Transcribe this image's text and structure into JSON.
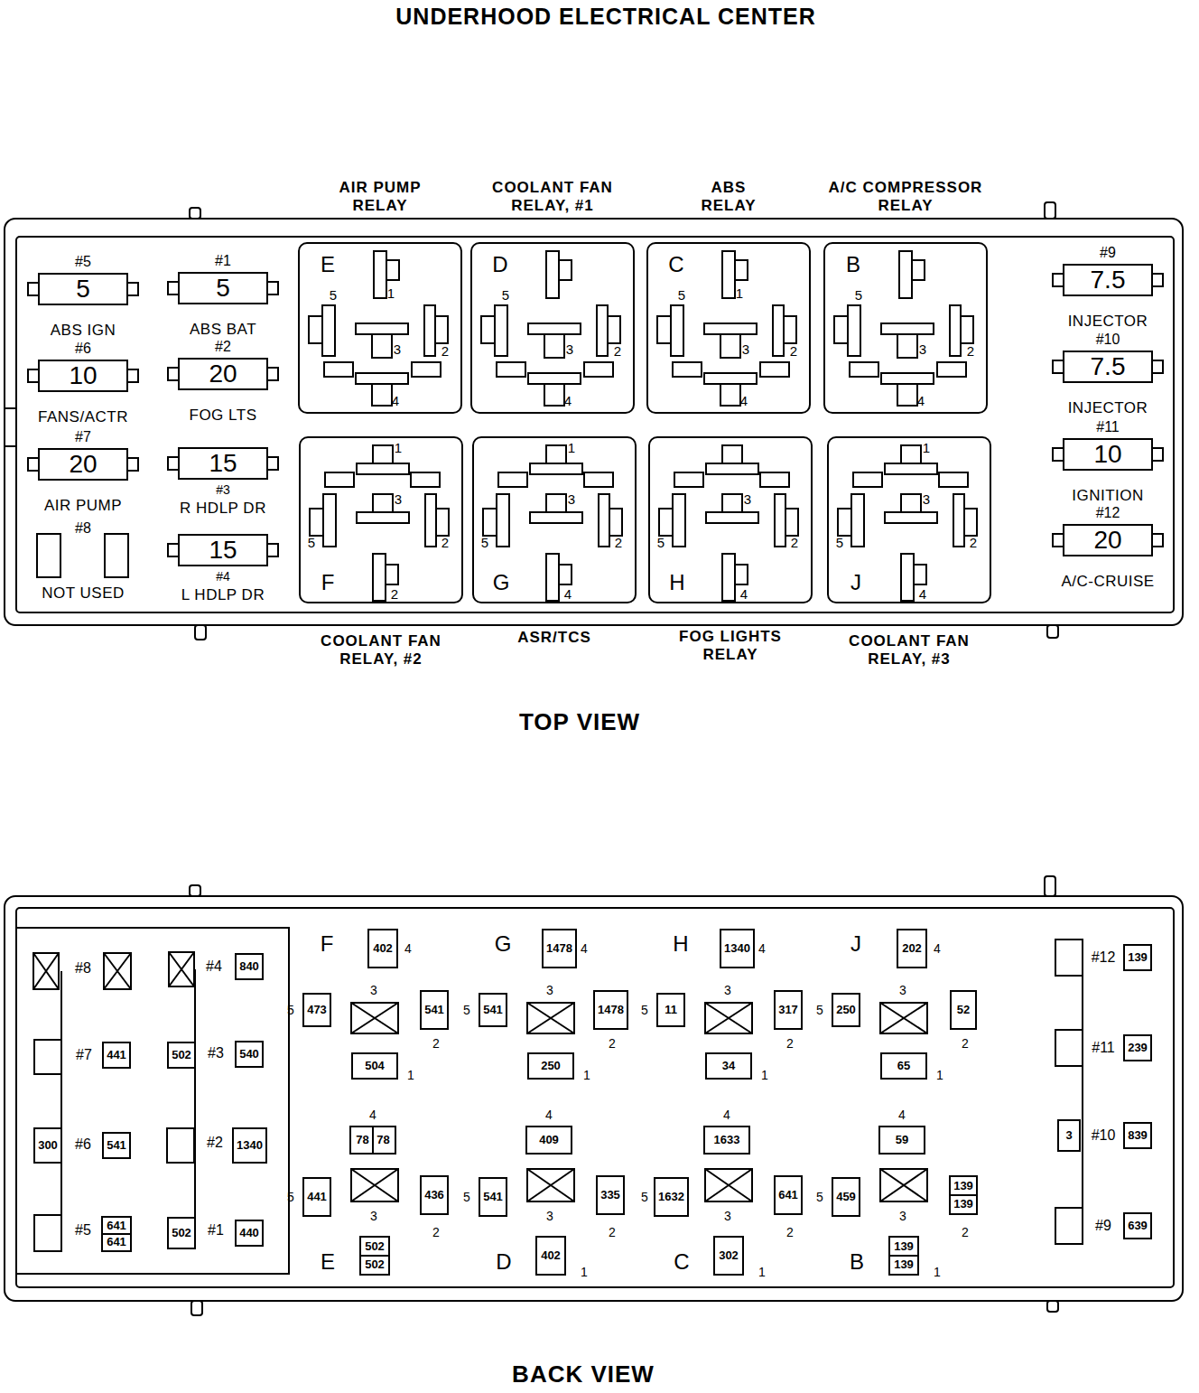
{
  "diagram": {
    "title": "UNDERHOOD ELECTRICAL CENTER",
    "nodes": [
      {
        "text": [
          "#5",
          "5",
          "ABS IGN"
        ]
      },
      {
        "text": [
          "#1",
          "5",
          "ABS BAT"
        ]
      },
      {
        "text": [
          "#6",
          "10",
          "FANS/ACTR"
        ]
      },
      {
        "text": [
          "#2",
          "20",
          "FOG LTS"
        ]
      },
      {
        "text": [
          "#7",
          "20",
          "AIR PUMP"
        ]
      },
      {
        "text": [
          "15",
          "#3",
          "R HDLP DR"
        ]
      },
      {
        "text": [
          "#8",
          "NOT USED"
        ]
      },
      {
        "text": [
          "15",
          "#4",
          "L HDLP DR"
        ]
      },
      {
        "text": [
          "AIR PUMP RELAY",
          "E",
          "1",
          "5",
          "3",
          "2",
          "4"
        ]
      },
      {
        "text": [
          "COOLANT FAN RELAY, #1",
          "D",
          "5",
          "3",
          "2",
          "4"
        ]
      },
      {
        "text": [
          "ABS RELAY",
          "C",
          "1",
          "5",
          "3",
          "2",
          "4"
        ]
      },
      {
        "text": [
          "A/C COMPRESSOR RELAY",
          "B",
          "5",
          "3",
          "2",
          "4"
        ]
      },
      {
        "text": [
          "1",
          "3",
          "5",
          "2",
          "F",
          "2",
          "COOLANT FAN RELAY, #2"
        ]
      },
      {
        "text": [
          "1",
          "3",
          "5",
          "2",
          "G",
          "4",
          "ASR/TCS"
        ]
      },
      {
        "text": [
          "3",
          "5",
          "2",
          "H",
          "4",
          "FOG LIGHTS RELAY"
        ]
      },
      {
        "text": [
          "1",
          "3",
          "5",
          "2",
          "J",
          "4",
          "COOLANT FAN RELAY, #3"
        ]
      },
      {
        "text": [
          "#9",
          "7.5",
          "INJECTOR"
        ]
      },
      {
        "text": [
          "#10",
          "7.5",
          "INJECTOR"
        ]
      },
      {
        "text": [
          "#11",
          "10",
          "IGNITION"
        ]
      },
      {
        "text": [
          "#12",
          "20",
          "A/C-CRUISE"
        ]
      },
      {
        "text": [
          "840"
        ]
      },
      {
        "text": [
          "441"
        ]
      },
      {
        "text": [
          "502"
        ]
      },
      {
        "text": [
          "540"
        ]
      },
      {
        "text": [
          "300"
        ]
      },
      {
        "text": [
          "541"
        ]
      },
      {
        "text": [
          "1340"
        ]
      },
      {
        "text": [
          "641",
          "641"
        ]
      },
      {
        "text": [
          "502"
        ]
      },
      {
        "text": [
          "440"
        ]
      },
      {
        "text": [
          "402"
        ]
      },
      {
        "text": [
          "473"
        ]
      },
      {
        "text": [
          "541"
        ]
      },
      {
        "text": [
          "504"
        ]
      },
      {
        "text": [
          "1478"
        ]
      },
      {
        "text": [
          "541"
        ]
      },
      {
        "text": [
          "1478"
        ]
      },
      {
        "text": [
          "250"
        ]
      },
      {
        "text": [
          "1340"
        ]
      },
      {
        "text": [
          "11"
        ]
      },
      {
        "text": [
          "317"
        ]
      },
      {
        "text": [
          "34"
        ]
      },
      {
        "text": [
          "202"
        ]
      },
      {
        "text": [
          "250"
        ]
      },
      {
        "text": [
          "52"
        ]
      },
      {
        "text": [
          "65"
        ]
      },
      {
        "text": [
          "78",
          "78"
        ]
      },
      {
        "text": [
          "441"
        ]
      },
      {
        "text": [
          "436"
        ]
      },
      {
        "text": [
          "502",
          "502"
        ]
      },
      {
        "text": [
          "409"
        ]
      },
      {
        "text": [
          "541"
        ]
      },
      {
        "text": [
          "335"
        ]
      },
      {
        "text": [
          "402"
        ]
      },
      {
        "text": [
          "1633"
        ]
      },
      {
        "text": [
          "1632"
        ]
      },
      {
        "text": [
          "641"
        ]
      },
      {
        "text": [
          "302"
        ]
      },
      {
        "text": [
          "59"
        ]
      },
      {
        "text": [
          "459"
        ]
      },
      {
        "text": [
          "139",
          "139"
        ]
      },
      {
        "text": [
          "139",
          "139"
        ]
      },
      {
        "text": [
          "139"
        ]
      },
      {
        "text": [
          "239"
        ]
      },
      {
        "text": [
          "3"
        ]
      },
      {
        "text": [
          "839"
        ]
      },
      {
        "text": [
          "639"
        ]
      }
    ],
    "labels": [
      "TOP VIEW",
      "BACK VIEW",
      "#8",
      "#4",
      "#7",
      "#3",
      "#6",
      "#2",
      "#5",
      "#1",
      "F",
      "4",
      "5",
      "3",
      "2",
      "1",
      "G",
      "4",
      "5",
      "3",
      "2",
      "1",
      "H",
      "4",
      "5",
      "3",
      "2",
      "1",
      "J",
      "4",
      "5",
      "3",
      "2",
      "1",
      "4",
      "5",
      "3",
      "2",
      "E",
      "4",
      "5",
      "3",
      "2",
      "D",
      "1",
      "4",
      "5",
      "3",
      "2",
      "C",
      "1",
      "4",
      "5",
      "3",
      "2",
      "B",
      "1",
      "#12",
      "#11",
      "#10",
      "#9"
    ]
  }
}
